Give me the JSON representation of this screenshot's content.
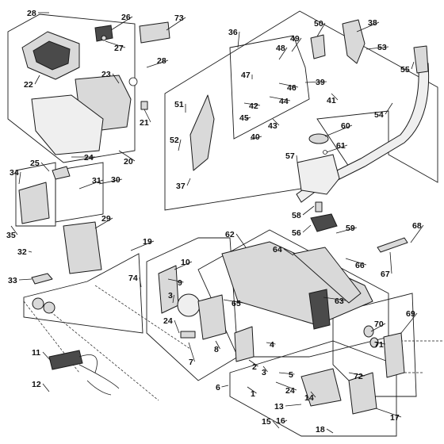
{
  "labels": {
    "p1": "1",
    "p2": "2",
    "p3": "3",
    "p4": "4",
    "p5": "5",
    "p6": "6",
    "p7": "7",
    "p8": "8",
    "p9": "9",
    "p10": "10",
    "p11": "11",
    "p12": "12",
    "p13": "13",
    "p14": "14",
    "p15": "15",
    "p16": "16",
    "p17": "17",
    "p18": "18",
    "p19": "19",
    "p20": "20",
    "p21": "21",
    "p22": "22",
    "p23": "23",
    "p24": "24",
    "p25": "25",
    "p26": "26",
    "p27": "27",
    "p28": "28",
    "p29": "29",
    "p30": "30",
    "p31": "31",
    "p32": "32",
    "p33": "33",
    "p34": "34",
    "p35": "35",
    "p36": "36",
    "p37": "37",
    "p38": "38",
    "p39": "39",
    "p40": "40",
    "p41": "41",
    "p42": "42",
    "p43": "43",
    "p44": "44",
    "p45": "45",
    "p46": "46",
    "p47": "47",
    "p48": "48",
    "p49": "49",
    "p50": "50",
    "p51": "51",
    "p52": "52",
    "p53": "53",
    "p54": "54",
    "p55": "55",
    "p56": "56",
    "p57": "57",
    "p58": "58",
    "p59": "59",
    "p60": "60",
    "p61": "61",
    "p62": "62",
    "p63": "63",
    "p64": "64",
    "p65": "65",
    "p66": "66",
    "p67": "67",
    "p68": "68",
    "p69": "69",
    "p70": "70",
    "p71": "71",
    "p72": "72",
    "p73": "73",
    "p74": "74"
  },
  "colors": {
    "line": "#1a1a1a",
    "part_fill": "#d9d9d9",
    "part_dark": "#4a4a4a",
    "background": "#ffffff"
  }
}
